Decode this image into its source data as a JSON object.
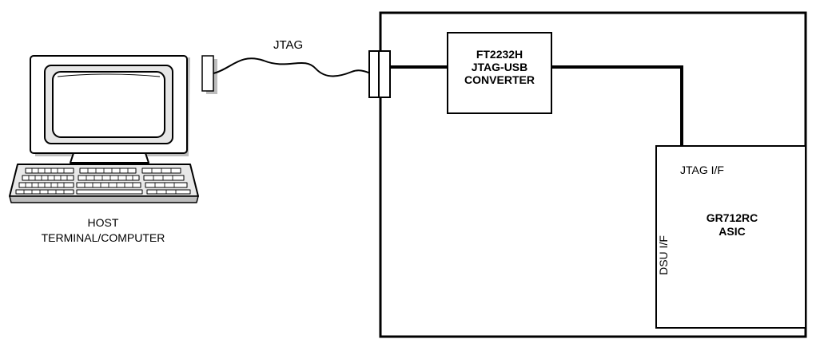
{
  "host": {
    "line1": "HOST",
    "line2": "TERMINAL/COMPUTER"
  },
  "cable": {
    "label": "JTAG"
  },
  "converter": {
    "line1": "FT2232H",
    "line2": "JTAG-USB",
    "line3": "CONVERTER"
  },
  "asic": {
    "jtag_if": "JTAG I/F",
    "dsu_if": "DSU I/F",
    "line1": "GR712RC",
    "line2": "ASIC"
  }
}
